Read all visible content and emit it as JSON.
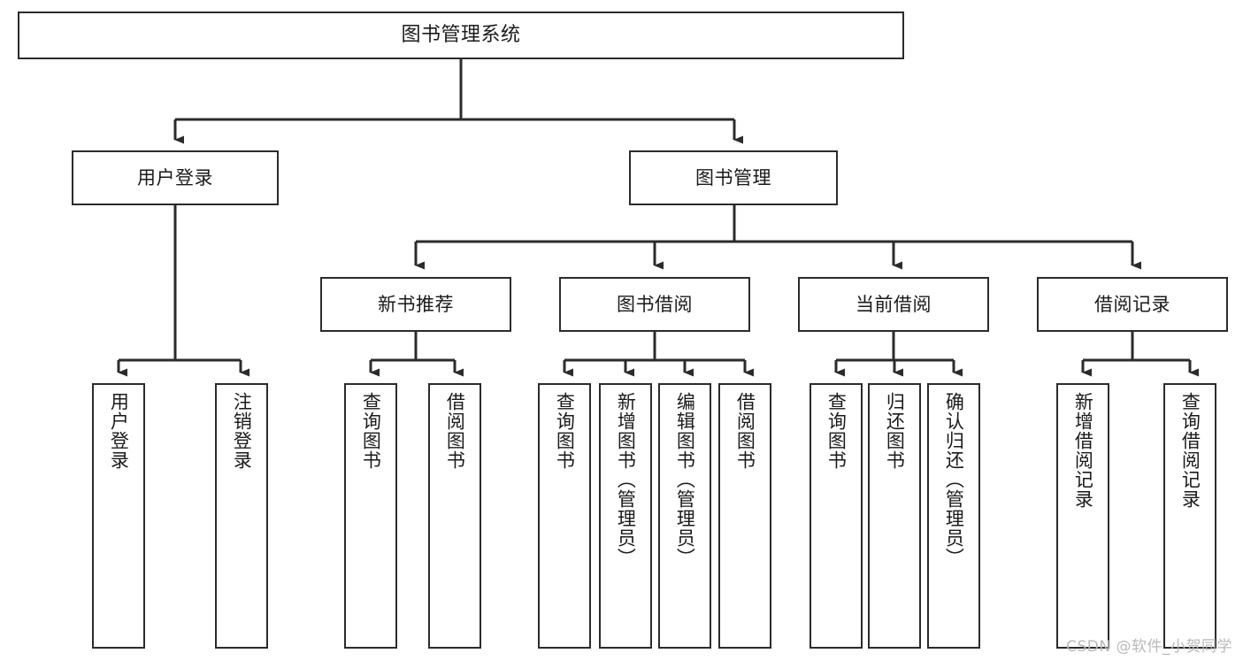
{
  "diagram": {
    "title": "图书管理系统",
    "watermark": "CSDN @软件_小贺同学",
    "colors": {
      "background": "#ffffff",
      "stroke": "#2b2b2b",
      "box_fill": "#ffffff",
      "text": "#1a1a1a",
      "watermark": "#b9b9b9"
    },
    "levels": {
      "root": "图书管理系统",
      "level2": [
        {
          "label": "用户登录"
        },
        {
          "label": "图书管理"
        }
      ],
      "level3": [
        {
          "label": "新书推荐"
        },
        {
          "label": "图书借阅"
        },
        {
          "label": "当前借阅"
        },
        {
          "label": "借阅记录"
        }
      ],
      "leaves": {
        "user_login": [
          {
            "label": "用户登录"
          },
          {
            "label": "注销登录"
          }
        ],
        "new_book_recommend": [
          {
            "label": "查询图书"
          },
          {
            "label": "借阅图书"
          }
        ],
        "book_borrow": [
          {
            "label": "查询图书"
          },
          {
            "label": "新增图书（管理员）"
          },
          {
            "label": "编辑图书（管理员）"
          },
          {
            "label": "借阅图书"
          }
        ],
        "current_borrow": [
          {
            "label": "查询图书"
          },
          {
            "label": "归还图书"
          },
          {
            "label": "确认归还（管理员）"
          }
        ],
        "borrow_record": [
          {
            "label": "新增借阅记录"
          },
          {
            "label": "查询借阅记录"
          }
        ]
      }
    }
  }
}
